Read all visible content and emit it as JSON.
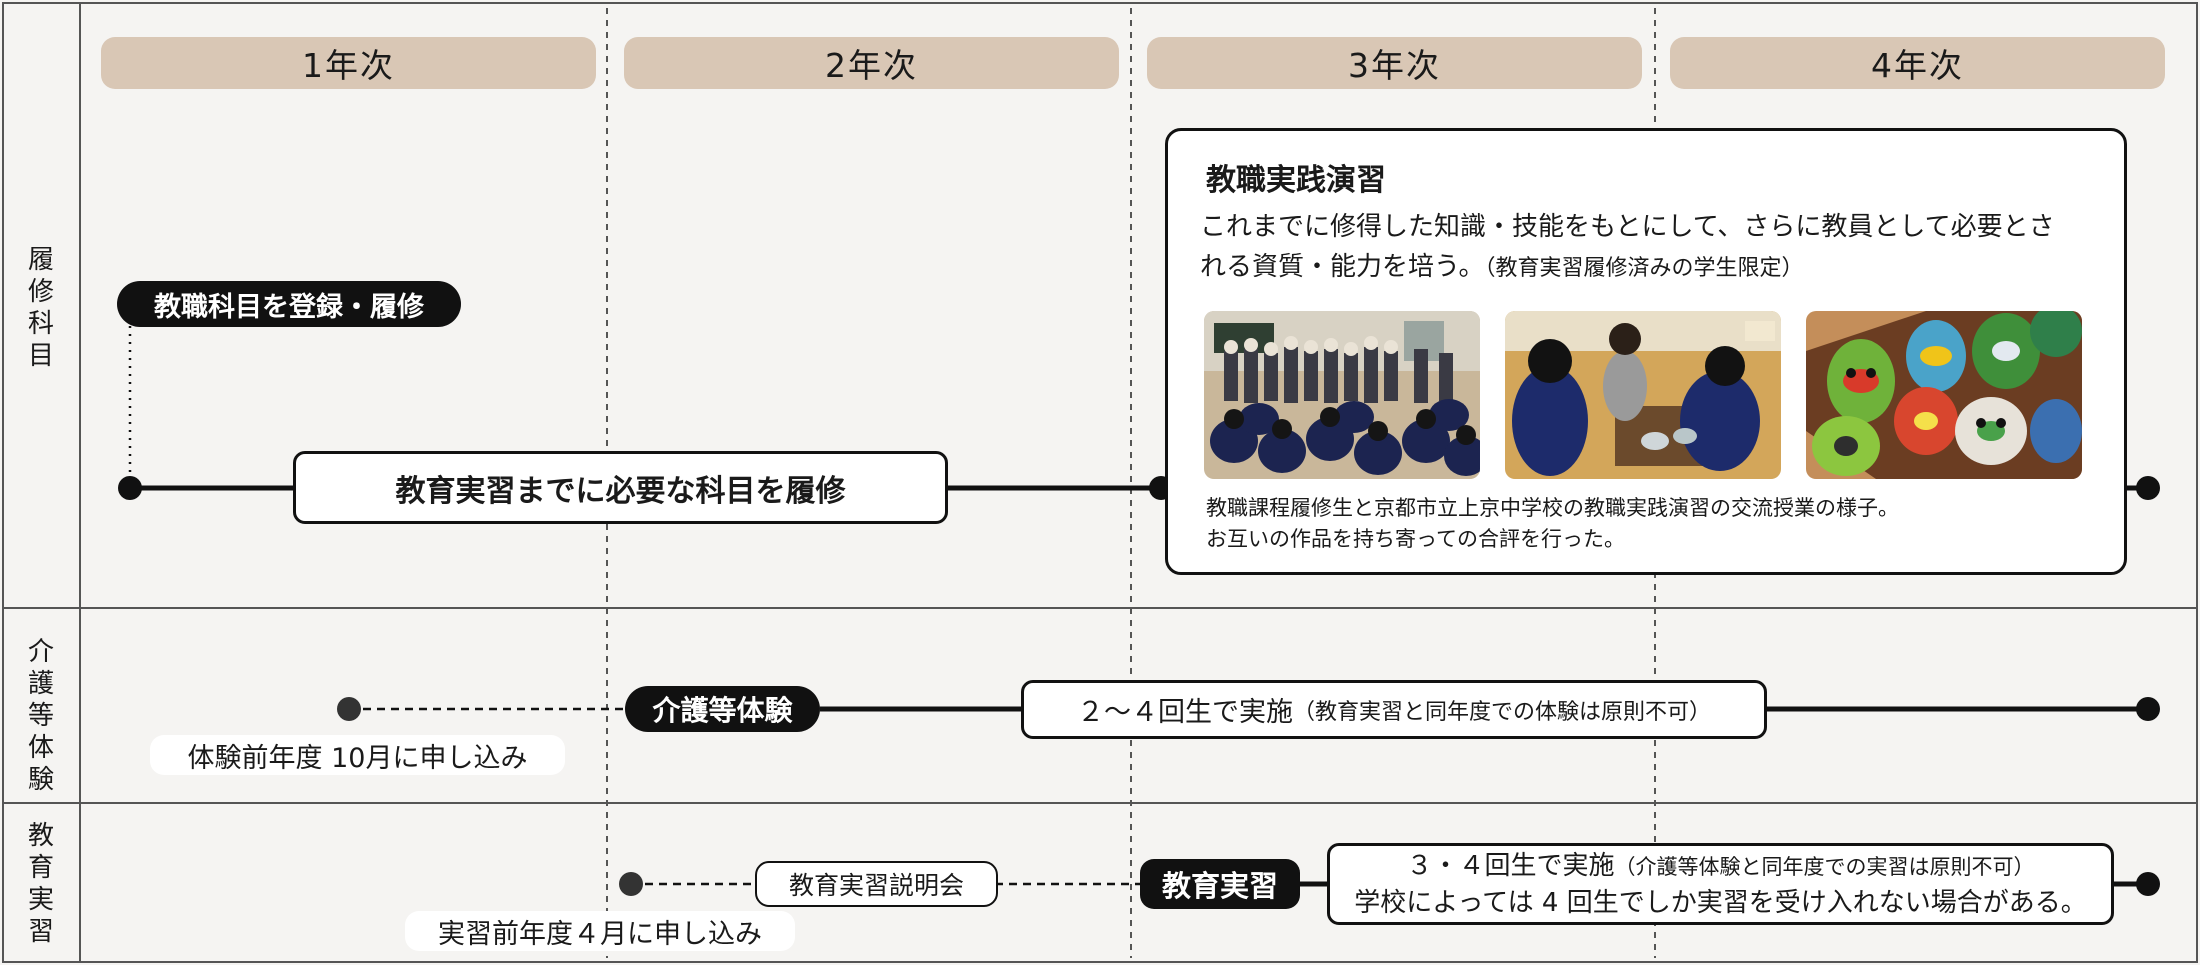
{
  "years": [
    "1年次",
    "2年次",
    "3年次",
    "4年次"
  ],
  "rows": {
    "courses": "履修科目",
    "care": "介護等体験",
    "practice": "教育実習"
  },
  "courses": {
    "register": "教職科目を登録・履修",
    "required": "教育実習までに必要な科目を履修"
  },
  "practicum": {
    "title": "教職実践演習",
    "desc_line1": "これまでに修得した知識・技能をもとにして、さらに教員として必要とさ",
    "desc_line2": "れる資質・能力を培う。",
    "desc_note": "（教育実習履修済みの学生限定）",
    "caption_line1": "教職課程履修生と京都市立上京中学校の教職実践演習の交流授業の様子。",
    "caption_line2": "お互いの作品を持ち寄っての合評を行った。"
  },
  "care": {
    "apply_note": "体験前年度 10月に申し込み",
    "label": "介護等体験",
    "period_main": "２～４回生で実施",
    "period_note": "（教育実習と同年度での体験は原則不可）"
  },
  "practice": {
    "info_session": "教育実習説明会",
    "label": "教育実習",
    "detail_line1_main": "３・４回生で実施",
    "detail_line1_note": "（介護等体験と同年度での実習は原則不可）",
    "detail_line2": "学校によっては 4 回生でしか実習を受け入れない場合がある。",
    "apply_note": "実習前年度４月に申し込み"
  }
}
